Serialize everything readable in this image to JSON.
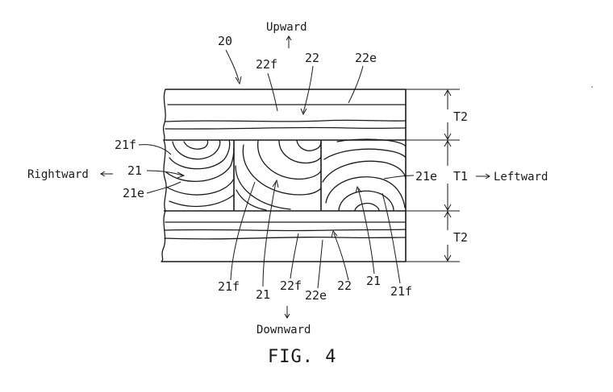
{
  "figure": {
    "caption": "FIG. 4",
    "reference_numeral": "20",
    "directions": {
      "upward": "Upward",
      "downward": "Downward",
      "rightward": "Rightward",
      "leftward": "Leftward"
    },
    "thickness_labels": {
      "top": "T2",
      "middle": "T1",
      "bottom": "T2"
    },
    "top_labels": [
      "22f",
      "22",
      "22e"
    ],
    "left_labels": [
      "21f",
      "21",
      "21e"
    ],
    "right_label": "21e",
    "bottom_labels": [
      "21f",
      "21",
      "22f",
      "22e",
      "22",
      "21",
      "21f"
    ]
  }
}
